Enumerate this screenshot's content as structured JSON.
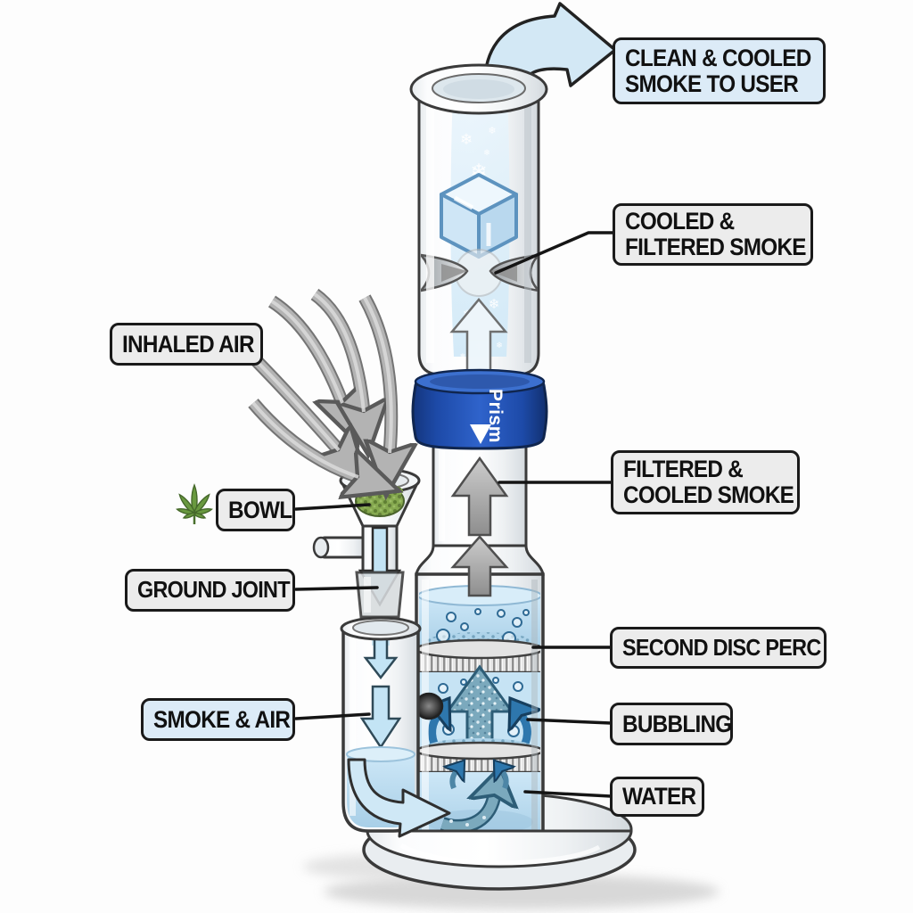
{
  "brand": {
    "name": "Prism",
    "logo": "triangle-icon"
  },
  "labels": {
    "clean_cooled": {
      "line1": "CLEAN & COOLED",
      "line2": "SMOKE TO USER"
    },
    "cooled_filtered": {
      "line1": "COOLED &",
      "line2": "FILTERED SMOKE"
    },
    "inhaled_air": {
      "line1": "INHALED AIR"
    },
    "bowl": {
      "line1": "BOWL"
    },
    "ground_joint": {
      "line1": "GROUND JOINT"
    },
    "filtered_cooled": {
      "line1": "FILTERED &",
      "line2": "COOLED SMOKE"
    },
    "second_disc_perc": {
      "line1": "SECOND DISC PERC"
    },
    "smoke_air": {
      "line1": "SMOKE & AIR"
    },
    "bubbling": {
      "line1": "BUBBLING"
    },
    "water": {
      "line1": "WATER"
    }
  },
  "glyphs": {
    "snowflake": "❄"
  },
  "icons": {
    "leaf": "cannabis-leaf-icon",
    "ice": "ice-cube-icon",
    "snowflakes": "snowflake-icon",
    "logo": "prism-triangle-icon"
  },
  "colors": {
    "band_blue": "#2f63cb",
    "label_blue_bg": "#dcebf7",
    "label_gray_bg": "#ececec",
    "water": "#bcdcef",
    "smoke_gray": "#b3b3b3",
    "smoke_teal": "#7ba9bd",
    "flow_blue": "#c3e4f5",
    "herb_green": "#85a84f"
  }
}
